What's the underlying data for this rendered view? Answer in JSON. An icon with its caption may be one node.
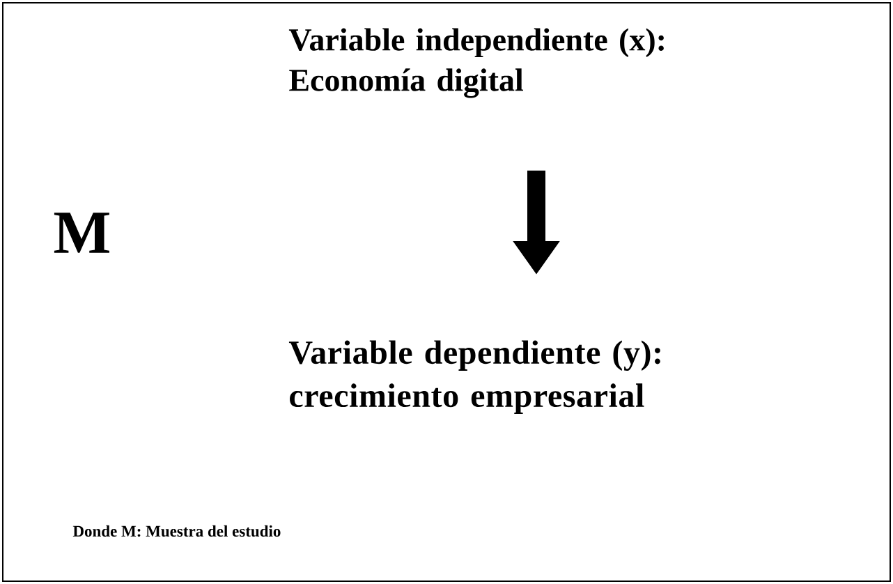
{
  "diagram": {
    "nodes": [
      {
        "text": [
          "Variable independiente (x): Economía digital"
        ]
      },
      {
        "text": [
          "Variable dependiente (y): crecimiento empresarial"
        ]
      }
    ],
    "edges": [
      {
        "from": 0,
        "to": 1,
        "arrow": "to"
      }
    ],
    "labels": [
      "M",
      "Donde M: Muestra del estudio"
    ]
  }
}
